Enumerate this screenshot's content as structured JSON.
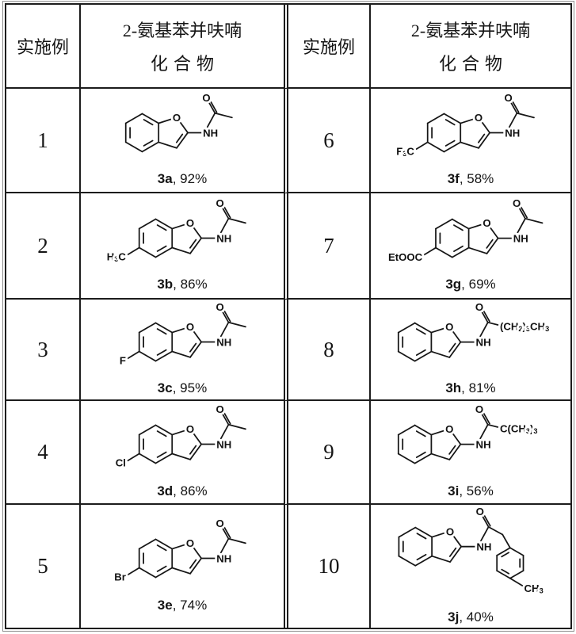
{
  "table": {
    "header": {
      "example_col": "实施例",
      "compound_col_line1": "2-氨基苯并呋喃",
      "compound_col_line2": "化合物"
    },
    "rows": [
      {
        "left": {
          "example": "1",
          "label": "3a",
          "yield_text": ", 92%",
          "substituent": null,
          "acyl": {
            "type": "methyl"
          }
        },
        "right": {
          "example": "6",
          "label": "3f",
          "yield_text": ", 58%",
          "substituent": "F{3}C",
          "acyl": {
            "type": "methyl"
          }
        }
      },
      {
        "left": {
          "example": "2",
          "label": "3b",
          "yield_text": ", 86%",
          "substituent": "H{3}C",
          "acyl": {
            "type": "methyl"
          }
        },
        "right": {
          "example": "7",
          "label": "3g",
          "yield_text": ", 69%",
          "substituent": "EtOOC",
          "acyl": {
            "type": "methyl"
          }
        }
      },
      {
        "left": {
          "example": "3",
          "label": "3c",
          "yield_text": ", 95%",
          "substituent": "F",
          "acyl": {
            "type": "methyl"
          }
        },
        "right": {
          "example": "8",
          "label": "3h",
          "yield_text": ", 81%",
          "substituent": null,
          "acyl": {
            "type": "chain",
            "text": "(CH{2}){3}CH{3}"
          }
        }
      },
      {
        "left": {
          "example": "4",
          "label": "3d",
          "yield_text": ", 86%",
          "substituent": "Cl",
          "acyl": {
            "type": "methyl"
          }
        },
        "right": {
          "example": "9",
          "label": "3i",
          "yield_text": ", 56%",
          "substituent": null,
          "acyl": {
            "type": "chain",
            "text": "C(CH{3}){3}"
          }
        }
      },
      {
        "left": {
          "example": "5",
          "label": "3e",
          "yield_text": ", 74%",
          "substituent": "Br",
          "acyl": {
            "type": "methyl"
          }
        },
        "right": {
          "example": "10",
          "label": "3j",
          "yield_text": ", 40%",
          "substituent": null,
          "acyl": {
            "type": "tolylmethyl",
            "methyl_text": "CH{3}"
          }
        }
      }
    ]
  },
  "atoms": {
    "oxygen": "O",
    "amide": "NH"
  },
  "colors": {
    "ink": "#161616",
    "border": "#1c1c1c",
    "background": "#ffffff"
  }
}
